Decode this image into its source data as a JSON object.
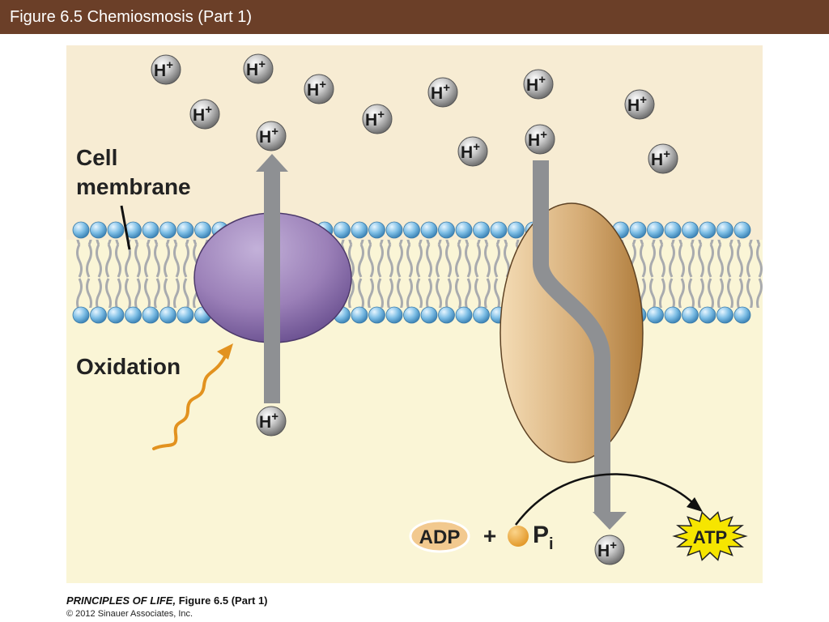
{
  "title": "Figure 6.5  Chemiosmosis (Part 1)",
  "labels": {
    "cell_membrane_line1": "Cell",
    "cell_membrane_line2": "membrane",
    "oxidation": "Oxidation",
    "adp": "ADP",
    "plus": "+",
    "pi_main": "P",
    "pi_sub": "i",
    "atp": "ATP",
    "proton_main": "H",
    "proton_sup": "+"
  },
  "caption": {
    "book": "PRINCIPLES OF LIFE,",
    "figure": " Figure 6.5 (Part 1)",
    "copyright": "© 2012 Sinauer Associates, Inc."
  },
  "colors": {
    "title_bar": "#6b3f28",
    "outer_region": "#f7ecd3",
    "inner_region": "#faf5d6",
    "lipid_head": "#7fbfe6",
    "transport_protein": "#9b80b8",
    "atp_synthase": "#c99a62",
    "arrow": "#8e9093",
    "oxidation_squiggle": "#e2921f",
    "phosphate": "#e8a23a",
    "atp_star": "#f6e500"
  }
}
